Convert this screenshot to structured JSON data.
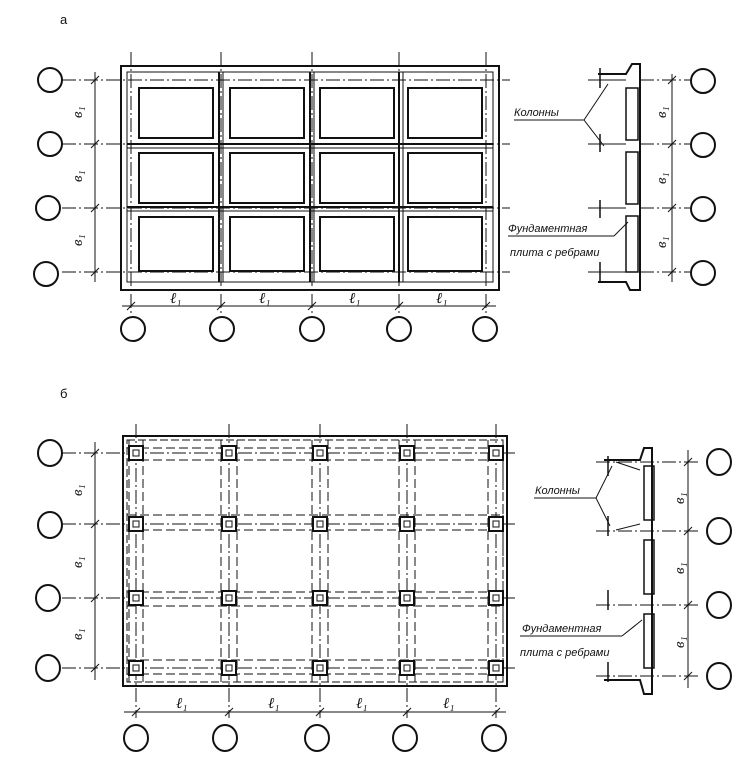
{
  "figure_a": {
    "label": "а",
    "span_label": "ℓ₁",
    "bay_label": "в₁",
    "callout_columns": "Колонны",
    "callout_plate_1": "Фундаментная",
    "callout_plate_2": "плита с ребрами"
  },
  "figure_b": {
    "label": "б",
    "span_label": "ℓ₁",
    "bay_label": "в₁",
    "callout_columns": "Колонны",
    "callout_plate_1": "Фундаментная",
    "callout_plate_2": "плита с ребрами"
  }
}
